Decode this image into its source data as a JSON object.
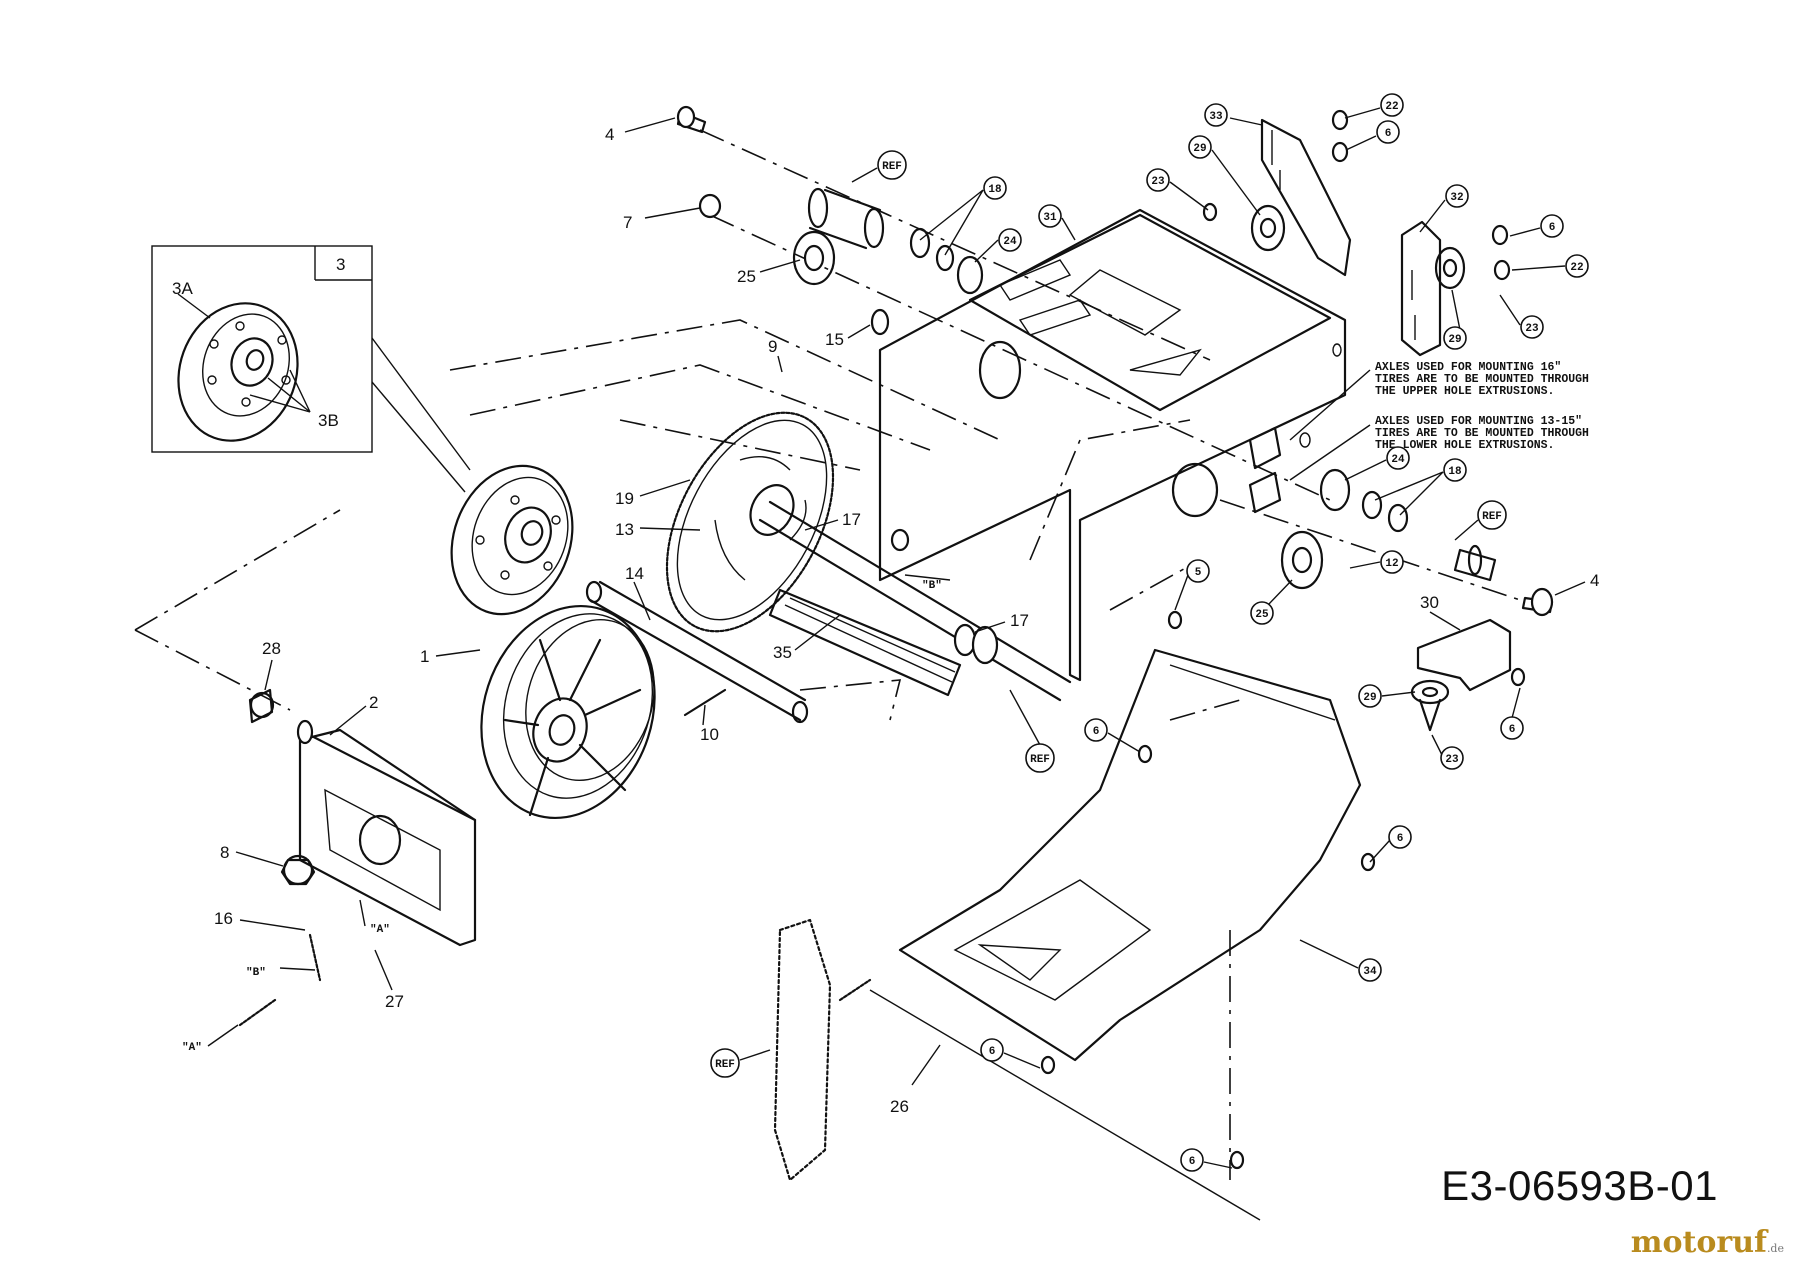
{
  "drawing_number": "E3-06593B-01",
  "watermark": {
    "name": "motoruf",
    "suffix": ".de"
  },
  "inset_box_label": "3",
  "notes": {
    "upper_line1": "AXLES USED FOR MOUNTING 16\"",
    "upper_line2": "TIRES ARE TO BE MOUNTED THROUGH",
    "upper_line3": "THE UPPER HOLE EXTRUSIONS.",
    "lower_line1": "AXLES USED FOR MOUNTING 13-15\"",
    "lower_line2": "TIRES ARE TO BE MOUNTED THROUGH",
    "lower_line3": "THE LOWER HOLE EXTRUSIONS."
  },
  "plain_labels": {
    "l4a": "4",
    "l7": "7",
    "l25a": "25",
    "l15": "15",
    "l9": "9",
    "l19": "19",
    "l13": "13",
    "l17a": "17",
    "l14": "14",
    "l1": "1",
    "l35": "35",
    "l17b": "17",
    "l10": "10",
    "l28": "28",
    "l2": "2",
    "l8": "8",
    "l16": "16",
    "l27": "27",
    "lB": "\"B\"",
    "lA": "\"A\"",
    "lA2": "\"A\"",
    "lB2": "\"B\"",
    "l3A": "3A",
    "l3B": "3B",
    "l26": "26",
    "l30": "30",
    "l4b": "4"
  },
  "callouts": {
    "c33": "33",
    "c22a": "22",
    "c6a": "6",
    "c29a": "29",
    "c23a": "23",
    "c31": "31",
    "c18a": "18",
    "c24a": "24",
    "cref1": "REF",
    "c32": "32",
    "c6b": "6",
    "c22b": "22",
    "c23b": "23",
    "c29b": "29",
    "c24b": "24",
    "c18b": "18",
    "cref2": "REF",
    "c12": "12",
    "c5": "5",
    "c25b": "25",
    "c29c": "29",
    "c6c": "6",
    "c23c": "23",
    "c6d": "6",
    "cref3": "REF",
    "c6e": "6",
    "c34": "34",
    "c6f": "6",
    "cref4": "REF",
    "c6g": "6"
  }
}
